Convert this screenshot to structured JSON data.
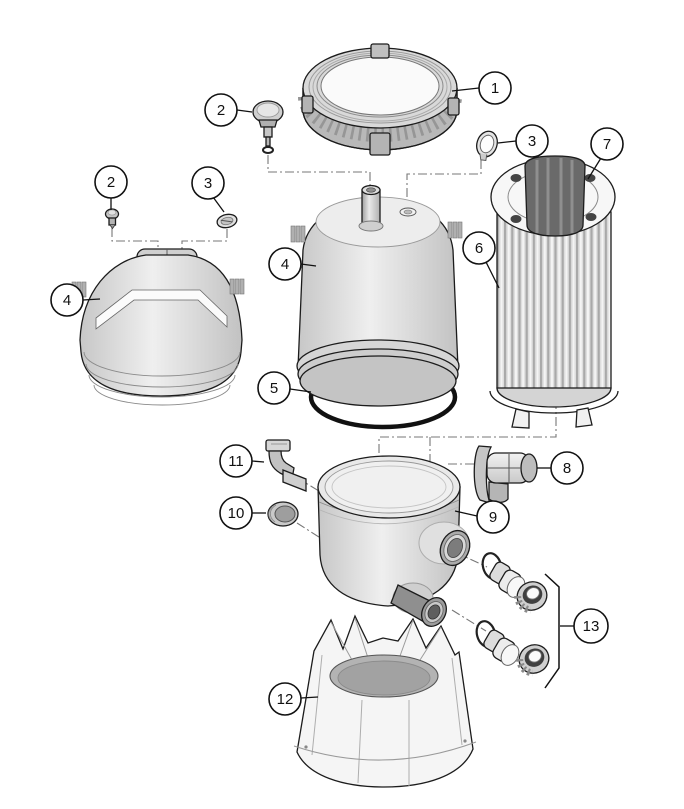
{
  "diagram": {
    "kind": "exploded-parts-diagram",
    "subject": "Cartridge pool filter assembly exploded view",
    "background_color": "#ffffff",
    "line_color": "#1c1c1c",
    "fill_light": "#f2f2f2",
    "fill_mid": "#cccccc",
    "fill_dark": "#8a8a8a",
    "dash_line_color": "#777777"
  },
  "callouts": [
    {
      "label": "1",
      "part": "lock-ring"
    },
    {
      "label": "2",
      "part": "air-relief-valve"
    },
    {
      "label": "3",
      "part": "valve-gasket"
    },
    {
      "label": "7",
      "part": "cartridge-fitting"
    },
    {
      "label": "2",
      "part": "lid-screw"
    },
    {
      "label": "3",
      "part": "lid-gasket"
    },
    {
      "label": "4",
      "part": "dome-lid"
    },
    {
      "label": "4",
      "part": "tank-lid"
    },
    {
      "label": "5",
      "part": "tank-o-ring"
    },
    {
      "label": "6",
      "part": "filter-cartridge"
    },
    {
      "label": "8",
      "part": "outlet-elbow"
    },
    {
      "label": "9",
      "part": "tank-body"
    },
    {
      "label": "10",
      "part": "drain-cap"
    },
    {
      "label": "11",
      "part": "mounting-clip"
    },
    {
      "label": "12",
      "part": "base-stand"
    },
    {
      "label": "13",
      "part": "union-fitting-set"
    }
  ]
}
